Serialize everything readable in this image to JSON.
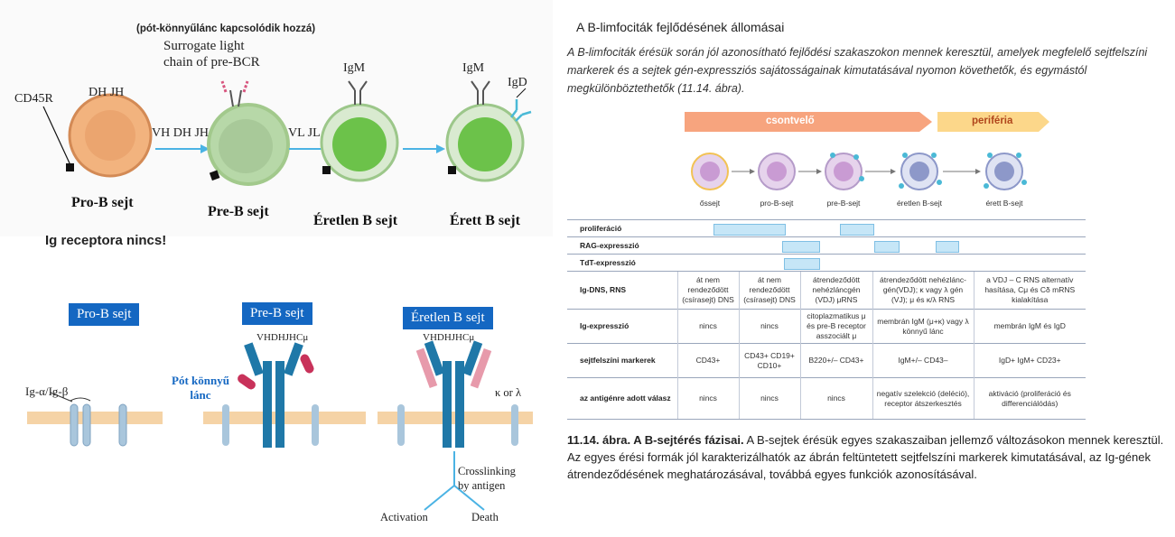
{
  "left": {
    "top_diagram": {
      "cd45r": "CD45R",
      "pot_note": "(pót-könnyűlánc kapcsolódik hozzá)",
      "surrogate_line1": "Surrogate light",
      "surrogate_line2": "chain of pre-BCR",
      "dhjh": "DH JH",
      "vhdhjh": "VH DH JH",
      "vljl": "VL JL",
      "igm1": "IgM",
      "igm2": "IgM",
      "igd": "IgD",
      "stage_pro": "Pro-B sejt",
      "stage_pre": "Pre-B sejt",
      "stage_imm": "Éretlen B sejt",
      "stage_mat": "Érett B sejt",
      "no_receptor": "Ig receptora nincs!"
    },
    "bottom_diagram": {
      "box_pro": "Pro-B sejt",
      "box_pre": "Pre-B sejt",
      "box_imm": "Éretlen B sejt",
      "ig_ab": "Ig-α/Ig-β",
      "pot_line1": "Pót könnyű",
      "pot_line2": "lánc",
      "vdjc1": "VHDHJHCμ",
      "vdjc2": "VHDHJHCμ",
      "kappa_lambda": "κ or λ",
      "crosslink1": "Crosslinking",
      "crosslink2": "by antigen",
      "activation": "Activation",
      "death": "Death"
    }
  },
  "right": {
    "title": "A B-limfociták fejlődésének állomásai",
    "intro": "A B-limfociták érésük során jól azonosítható fejlődési szakaszokon mennek keresztül, amelyek megfelelő sejtfelszíni markerek és a sejtek gén-expressziós sajátosságainak kimutatásával nyomon követhetők, és egymástól megkülönböztethetők (11.14. ábra).",
    "arrow_bm": "csontvelő",
    "arrow_periph": "periféria",
    "stages": [
      "őssejt",
      "pro-B-sejt",
      "pre-B-sejt",
      "éretlen B-sejt",
      "érett B-sejt"
    ],
    "bars": {
      "prolif": "proliferáció",
      "rag": "RAG-expresszió",
      "tdt": "TdT-expresszió"
    },
    "table": [
      {
        "label": "Ig-DNS, RNS",
        "cells": [
          "át nem rendeződött (csírasejt) DNS",
          "át nem rendeződött (csírasejt) DNS",
          "átrendeződött nehézláncgén (VDJ) μRNS",
          "átrendeződött nehézlánc-gén(VDJ); κ vagy λ gén (VJ); μ és κ/λ RNS",
          "a VDJ – C RNS alternatív hasítása, Cμ és Cδ mRNS kialakítása"
        ]
      },
      {
        "label": "Ig-expresszió",
        "cells": [
          "nincs",
          "nincs",
          "citoplazmatikus μ és pre-B receptor asszociált μ",
          "membrán IgM (μ+κ) vagy λ könnyű lánc",
          "membrán IgM és IgD"
        ]
      },
      {
        "label": "sejtfelszíni markerek",
        "cells": [
          "CD43+",
          "CD43+ CD19+ CD10+",
          "B220+/– CD43+",
          "IgM+/– CD43–",
          "IgD+ IgM+ CD23+"
        ]
      },
      {
        "label": "az antigénre adott válasz",
        "cells": [
          "nincs",
          "nincs",
          "nincs",
          "negatív szelekció (deléció), receptor átszerkesztés",
          "aktiváció (proliferáció és differenciálódás)"
        ]
      }
    ],
    "caption_bold": "11.14. ábra. A B-sejtérés fázisai.",
    "caption_rest": " A B-sejtek érésük egyes szakaszaiban jellemző változásokon mennek keresztül. Az egyes érési formák jól karakterizálhatók az ábrán feltüntetett sejtfelszíni markerek kimutatásával, az Ig-gének átrendeződésének meghatározásával, továbbá egyes funkciók azonosításával."
  },
  "colors": {
    "pro_cell": "#f2b37e",
    "pre_cell": "#b7d8a8",
    "mature_cell": "#6cc24a",
    "receptor_blue": "#2a7fb0",
    "pink_chain": "#c8325a",
    "box_blue": "#1467c2",
    "bm_arrow": "#f7a47e",
    "periph_arrow": "#fcd78a"
  }
}
